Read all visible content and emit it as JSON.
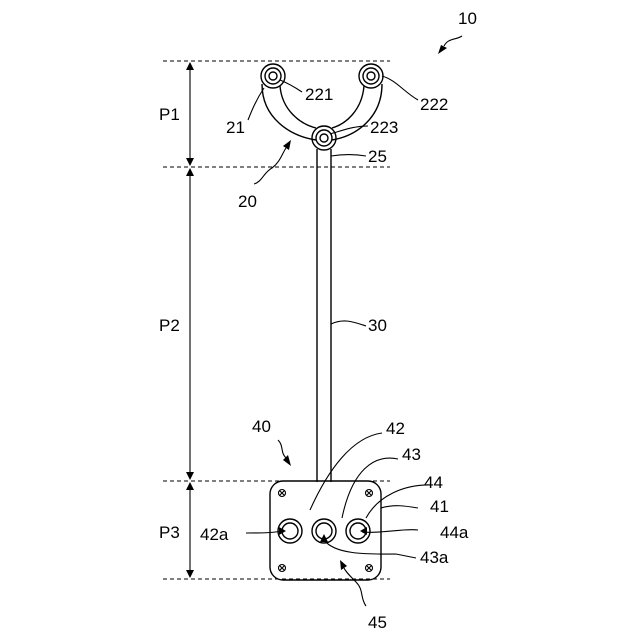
{
  "figure": {
    "labels": {
      "device": "10",
      "p1": "P1",
      "p2": "P2",
      "p3": "P3",
      "branch_part": "20",
      "branch_arm": "21",
      "port_221": "221",
      "port_222": "222",
      "port_223": "223",
      "stem": "25",
      "tube": "30",
      "box": "40",
      "port_42": "42",
      "port_42a": "42a",
      "port_43": "43",
      "port_43a": "43a",
      "port_44": "44",
      "port_44a": "44a",
      "box_body": "41",
      "base": "45"
    }
  }
}
